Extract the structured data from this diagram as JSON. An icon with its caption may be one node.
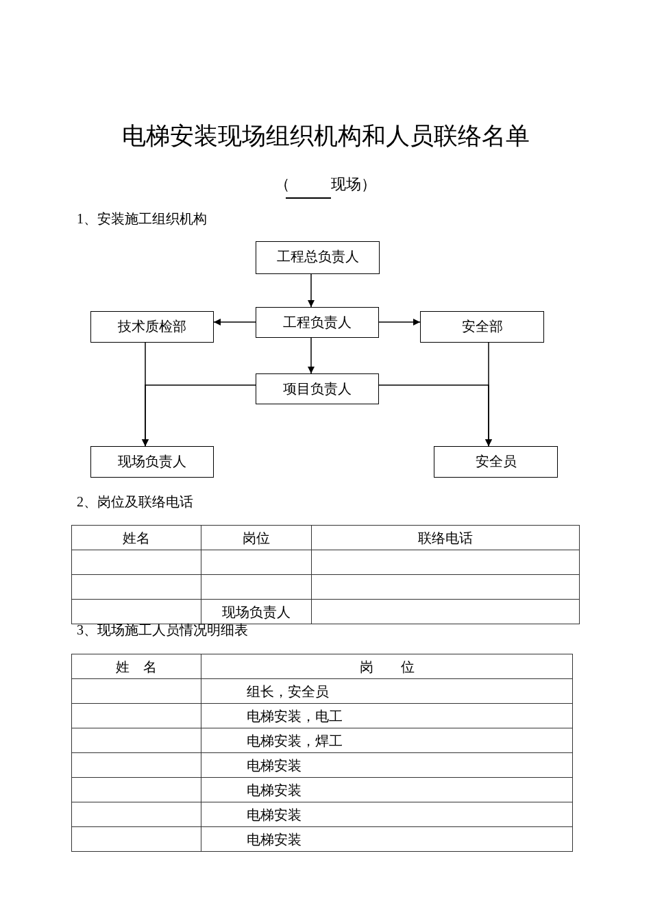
{
  "diagram": {
    "title": "电梯安装现场组织机构和人员联络名单",
    "nodes": [
      {
        "text": [
          "工程总负责人"
        ]
      },
      {
        "text": [
          "技术质检部"
        ]
      },
      {
        "text": [
          "工程负责人"
        ]
      },
      {
        "text": [
          "安全部"
        ]
      },
      {
        "text": [
          "项目负责人"
        ]
      },
      {
        "text": [
          "现场负责人"
        ]
      },
      {
        "text": [
          "安全员"
        ]
      }
    ],
    "edges": [
      {
        "from": 0,
        "to": 2,
        "arrow": "to"
      },
      {
        "from": 2,
        "to": 1,
        "arrow": "to"
      },
      {
        "from": 2,
        "to": 3,
        "arrow": "to"
      },
      {
        "from": 2,
        "to": 4,
        "arrow": "to"
      },
      {
        "from": 1,
        "to": 5,
        "arrow": "to"
      },
      {
        "from": 3,
        "to": 6,
        "arrow": "to"
      },
      {
        "from": 4,
        "to": 5,
        "arrow": "to"
      },
      {
        "from": 4,
        "to": 6,
        "arrow": "to"
      }
    ],
    "labels": [
      "（",
      "现场）",
      "1、安装施工组织机构",
      "2、岗位及联络电话",
      "姓名",
      "岗位",
      "联络电话",
      "现场负责人",
      "3、现场施工人员情况明细表",
      "姓　名",
      "岗　　位",
      "组长，安全员",
      "电梯安装，电工",
      "电梯安装，焊工",
      "电梯安装",
      "电梯安装",
      "电梯安装",
      "电梯安装"
    ]
  }
}
